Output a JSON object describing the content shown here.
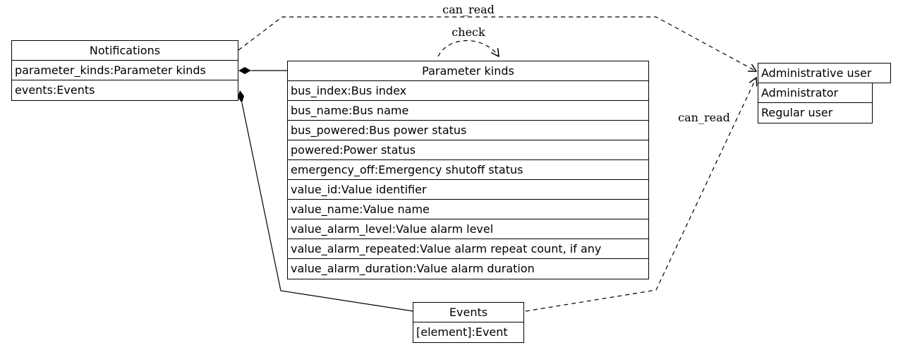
{
  "classes": {
    "notifications": {
      "title": "Notifications",
      "attributes": [
        "parameter_kinds:Parameter kinds",
        "events:Events"
      ]
    },
    "parameter_kinds": {
      "title": "Parameter kinds",
      "attributes": [
        "bus_index:Bus index",
        "bus_name:Bus name",
        "bus_powered:Bus power status",
        "powered:Power status",
        "emergency_off:Emergency shutoff status",
        "value_id:Value identifier",
        "value_name:Value name",
        "value_alarm_level:Value alarm level",
        "value_alarm_repeated:Value alarm repeat count, if any",
        "value_alarm_duration:Value alarm duration"
      ]
    },
    "events": {
      "title": "Events",
      "attributes": [
        "[element]:Event"
      ]
    },
    "administrative_user": {
      "title": "Administrative user",
      "attributes": [
        "Administrator",
        "Regular user"
      ]
    }
  },
  "edge_labels": {
    "can_read_top": "can_read",
    "check": "check",
    "can_read_side": "can_read"
  }
}
